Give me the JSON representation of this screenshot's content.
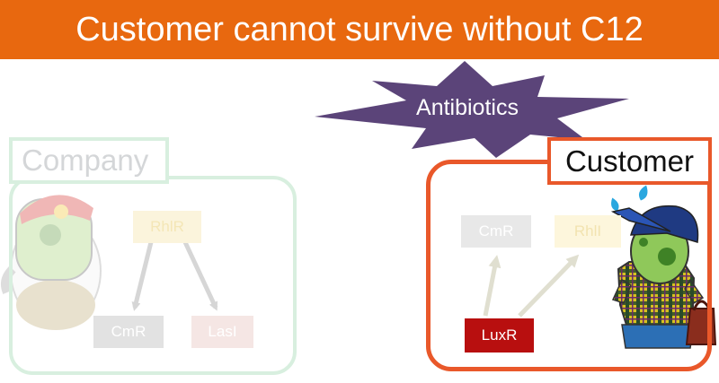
{
  "title": "Customer cannot survive without C12",
  "starburst": {
    "label": "Antibiotics",
    "color": "#5b4479"
  },
  "company": {
    "label": "Company",
    "genes": {
      "rhlr": "RhlR",
      "cmr": "CmR",
      "lasi": "LasI"
    }
  },
  "customer": {
    "label": "Customer",
    "genes": {
      "cmr": "CmR",
      "rhli": "RhlI",
      "luxr": "LuxR"
    }
  },
  "colors": {
    "title_bar": "#e8680f",
    "customer_border": "#e9582a",
    "company_border_faded": "#d8efdf",
    "luxr_fill": "#b80f0f",
    "arrow_faded": "#e2e1d6"
  }
}
